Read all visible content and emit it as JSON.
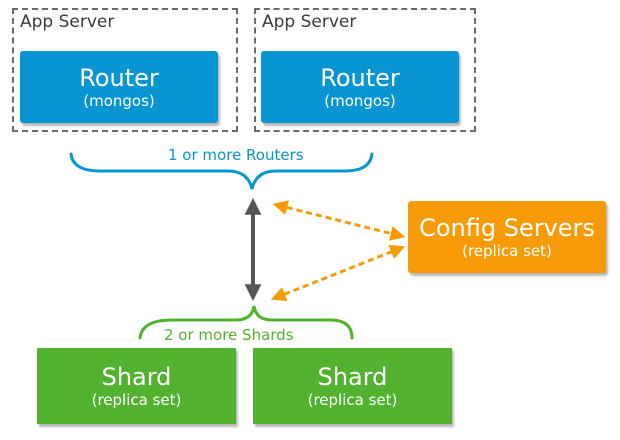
{
  "colors": {
    "router_blue": "#0995d1",
    "config_orange": "#f79a07",
    "shard_green": "#52b22f",
    "main_arrow_gray": "#555555",
    "dashed_border": "#6b6b6b"
  },
  "app_servers": [
    {
      "label": "App Server",
      "router": {
        "title": "Router",
        "subtitle": "(mongos)"
      }
    },
    {
      "label": "App Server",
      "router": {
        "title": "Router",
        "subtitle": "(mongos)"
      }
    }
  ],
  "routers_caption": "1 or more Routers",
  "config_servers": {
    "title": "Config Servers",
    "subtitle": "(replica set)"
  },
  "shards_caption": "2 or more Shards",
  "shards": [
    {
      "title": "Shard",
      "subtitle": "(replica set)"
    },
    {
      "title": "Shard",
      "subtitle": "(replica set)"
    }
  ],
  "icons": {
    "router_brace": "curly-brace-icon",
    "shard_brace": "curly-brace-icon",
    "router_shard_link": "double-arrow-icon",
    "config_links": "dashed-double-arrow-icon"
  }
}
